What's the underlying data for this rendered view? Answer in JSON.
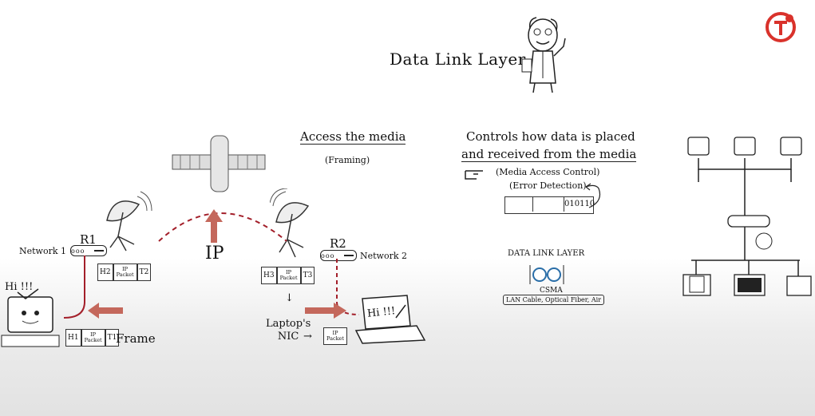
{
  "title": "Data Link Layer",
  "access": {
    "heading": "Access the media",
    "sub": "(Framing)"
  },
  "controls": {
    "line1": "Controls how data is placed",
    "line2": "and received from the media",
    "mac": "(Media Access Control)",
    "error": "(Error Detection)",
    "bits": "010110"
  },
  "routers": {
    "r1": "R1",
    "r2": "R2"
  },
  "networks": {
    "n1": "Network 1",
    "n2": "Network 2"
  },
  "ip_label": "IP",
  "frame_label": "Frame",
  "frames": {
    "r1": {
      "h": "H2",
      "p1": "IP",
      "p2": "Packet",
      "t": "T2"
    },
    "r2": {
      "h": "H3",
      "p1": "IP",
      "p2": "Packet",
      "t": "T3"
    },
    "pc": {
      "h": "H1",
      "p1": "IP",
      "p2": "Packet",
      "t": "T1"
    },
    "nic": {
      "p1": "IP",
      "p2": "Packet"
    }
  },
  "laptop_nic": {
    "line1": "Laptop's",
    "line2": "NIC"
  },
  "greeting": "Hi !!!",
  "dll_box": {
    "title": "DATA LINK LAYER",
    "csma": "CSMA",
    "media": "LAN Cable, Optical Fiber, Air"
  },
  "colors": {
    "accent": "#b94a3e",
    "link": "#a31f2a",
    "ink": "#111111"
  }
}
